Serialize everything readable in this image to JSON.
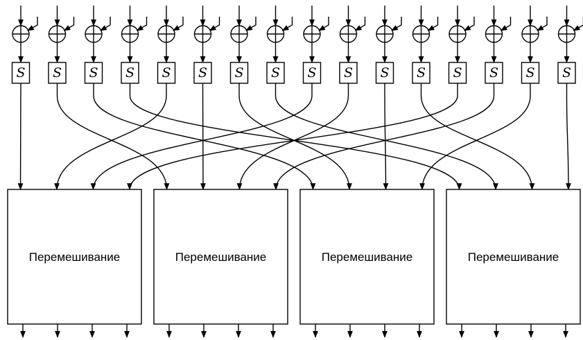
{
  "sbox_label": "S",
  "sbox_count": 16,
  "mixing": {
    "blocks": [
      {
        "label": "Перемешивание"
      },
      {
        "label": "Перемешивание"
      },
      {
        "label": "Перемешивание"
      },
      {
        "label": "Перемешивание"
      }
    ]
  },
  "permutation": [
    0,
    4,
    8,
    12,
    1,
    5,
    9,
    13,
    2,
    6,
    10,
    14,
    3,
    7,
    11,
    15
  ],
  "colors": {
    "line": "#000000",
    "background": "#ffffff"
  }
}
